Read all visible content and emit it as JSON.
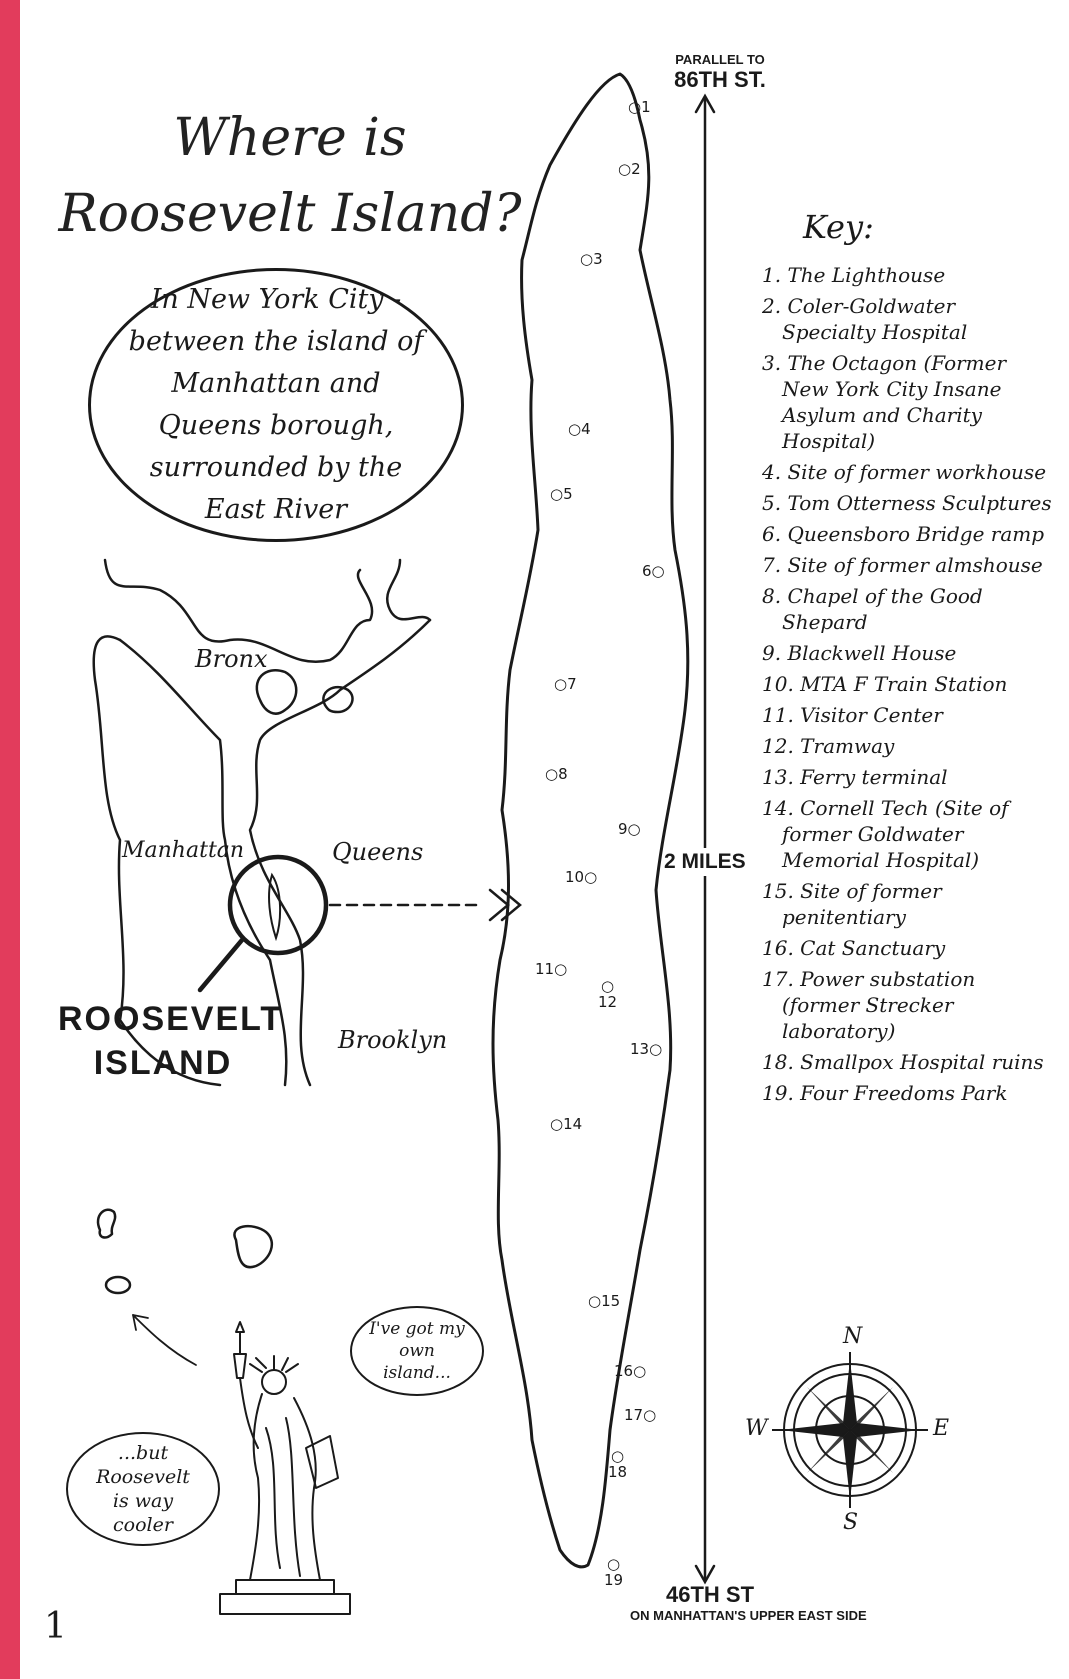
{
  "title": {
    "line1": "Where is",
    "line2": "Roosevelt Island?"
  },
  "intro_text": "In New York City - between the island of Manhattan and Queens borough, surrounded by the East River",
  "map": {
    "labels": {
      "bronx": "Bronx",
      "manhattan": "Manhattan",
      "queens": "Queens",
      "brooklyn": "Brooklyn"
    },
    "roosevelt_label": "ROOSEVELT ISLAND"
  },
  "island": {
    "top_label_small": "PARALLEL TO",
    "top_label_big": "86TH ST.",
    "bottom_label_big": "46TH ST",
    "bottom_label_small": "ON MANHATTAN'S UPPER EAST SIDE",
    "distance_label": "2 MILES",
    "markers": [
      "1",
      "2",
      "3",
      "4",
      "5",
      "6",
      "7",
      "8",
      "9",
      "10",
      "11",
      "12",
      "13",
      "14",
      "15",
      "16",
      "17",
      "18",
      "19"
    ]
  },
  "key": {
    "title": "Key:",
    "items": [
      "1. The Lighthouse",
      "2. Coler-Goldwater Specialty Hospital",
      "3. The Octagon (Former New York City Insane Asylum and Charity Hospital)",
      "4. Site of former workhouse",
      "5. Tom Otterness Sculptures",
      "6. Queensboro Bridge ramp",
      "7. Site of former almshouse",
      "8. Chapel of the Good Shepard",
      "9. Blackwell House",
      "10. MTA F Train Station",
      "11. Visitor Center",
      "12. Tramway",
      "13. Ferry terminal",
      "14. Cornell Tech (Site of former Goldwater Memorial Hospital)",
      "15. Site of former penitentiary",
      "16. Cat Sanctuary",
      "17. Power substation (former Strecker laboratory)",
      "18. Smallpox Hospital ruins",
      "19. Four Freedoms Park"
    ]
  },
  "compass": {
    "n": "N",
    "s": "S",
    "e": "E",
    "w": "W"
  },
  "speech": {
    "statue": "I've got my own island...",
    "reply": "...but Roosevelt is way cooler"
  },
  "page_number": "1",
  "colors": {
    "margin_bar": "#e23c5c",
    "ink": "#1a1a1a"
  },
  "icons": [
    "statue-of-liberty-icon",
    "compass-rose-icon",
    "arrow-icon"
  ]
}
